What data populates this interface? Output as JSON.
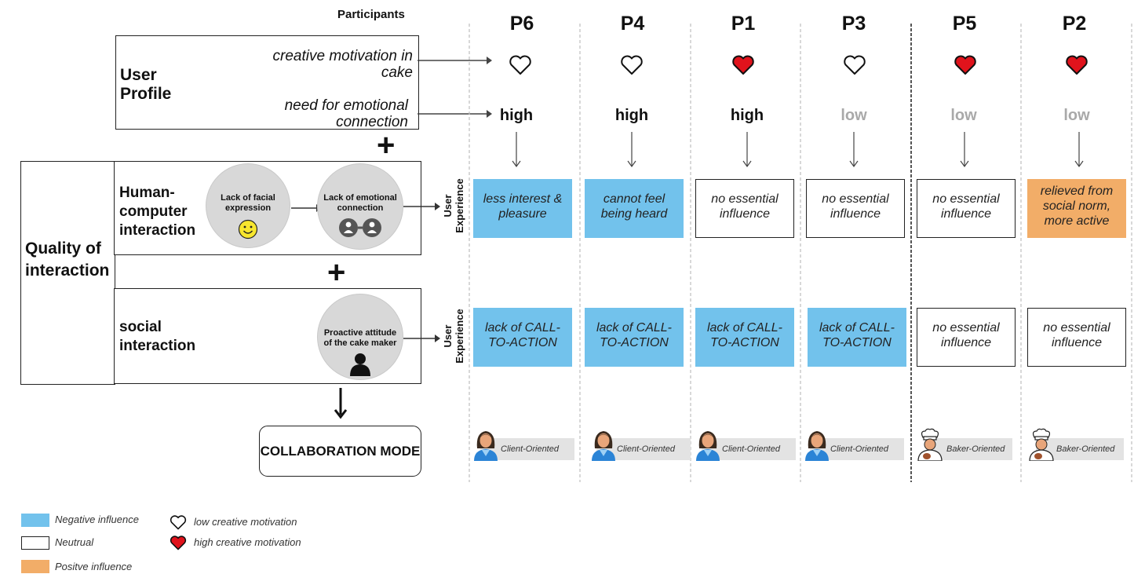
{
  "participants_label": "Participants",
  "participants": [
    {
      "id": "P6",
      "motivation": "low",
      "need": "high",
      "hci": "less interest & pleasure",
      "hci_influence": "negative",
      "social": "lack of CALL-TO-ACTION",
      "social_influence": "negative",
      "mode": "Client-Oriented"
    },
    {
      "id": "P4",
      "motivation": "low",
      "need": "high",
      "hci": "cannot feel being heard",
      "hci_influence": "negative",
      "social": "lack of CALL-TO-ACTION",
      "social_influence": "negative",
      "mode": "Client-Oriented"
    },
    {
      "id": "P1",
      "motivation": "high",
      "need": "high",
      "hci": "no essential influence",
      "hci_influence": "neutral",
      "social": "lack of CALL-TO-ACTION",
      "social_influence": "negative",
      "mode": "Client-Oriented"
    },
    {
      "id": "P3",
      "motivation": "low",
      "need": "low",
      "hci": "no essential influence",
      "hci_influence": "neutral",
      "social": "lack of CALL-TO-ACTION",
      "social_influence": "negative",
      "mode": "Client-Oriented"
    },
    {
      "id": "P5",
      "motivation": "high",
      "need": "low",
      "hci": "no essential influence",
      "hci_influence": "neutral",
      "social": "no essential influence",
      "social_influence": "neutral",
      "mode": "Baker-Oriented"
    },
    {
      "id": "P2",
      "motivation": "high",
      "need": "low",
      "hci": "relieved from social norm, more active",
      "hci_influence": "positive",
      "social": "no essential influence",
      "social_influence": "neutral",
      "mode": "Baker-Oriented"
    }
  ],
  "user_profile": {
    "label": "User Profile",
    "motivation_label": "creative motivation in cake",
    "need_label": "need for emotional connection"
  },
  "quality": {
    "label": "Quality of interaction",
    "hci_label": "Human-computer interaction",
    "facial": "Lack of facial expression",
    "emotional": "Lack of emotional connection",
    "social_label": "social interaction",
    "proactive": "Proactive attitude of the cake maker"
  },
  "user_experience_label": "User Experience",
  "collaboration_mode": "COLLABORATION MODE",
  "legend": {
    "negative": "Negative influence",
    "neutral": "Neutrual",
    "positive": "Positve influence",
    "low_motivation": "low creative motivation",
    "high_motivation": "high creative motivation"
  },
  "colors": {
    "negative": "#72c2ec",
    "positive": "#f2ad68",
    "heart_red": "#e0131c",
    "low_text": "#a9a9a9",
    "smiley": "#f7e62e"
  }
}
